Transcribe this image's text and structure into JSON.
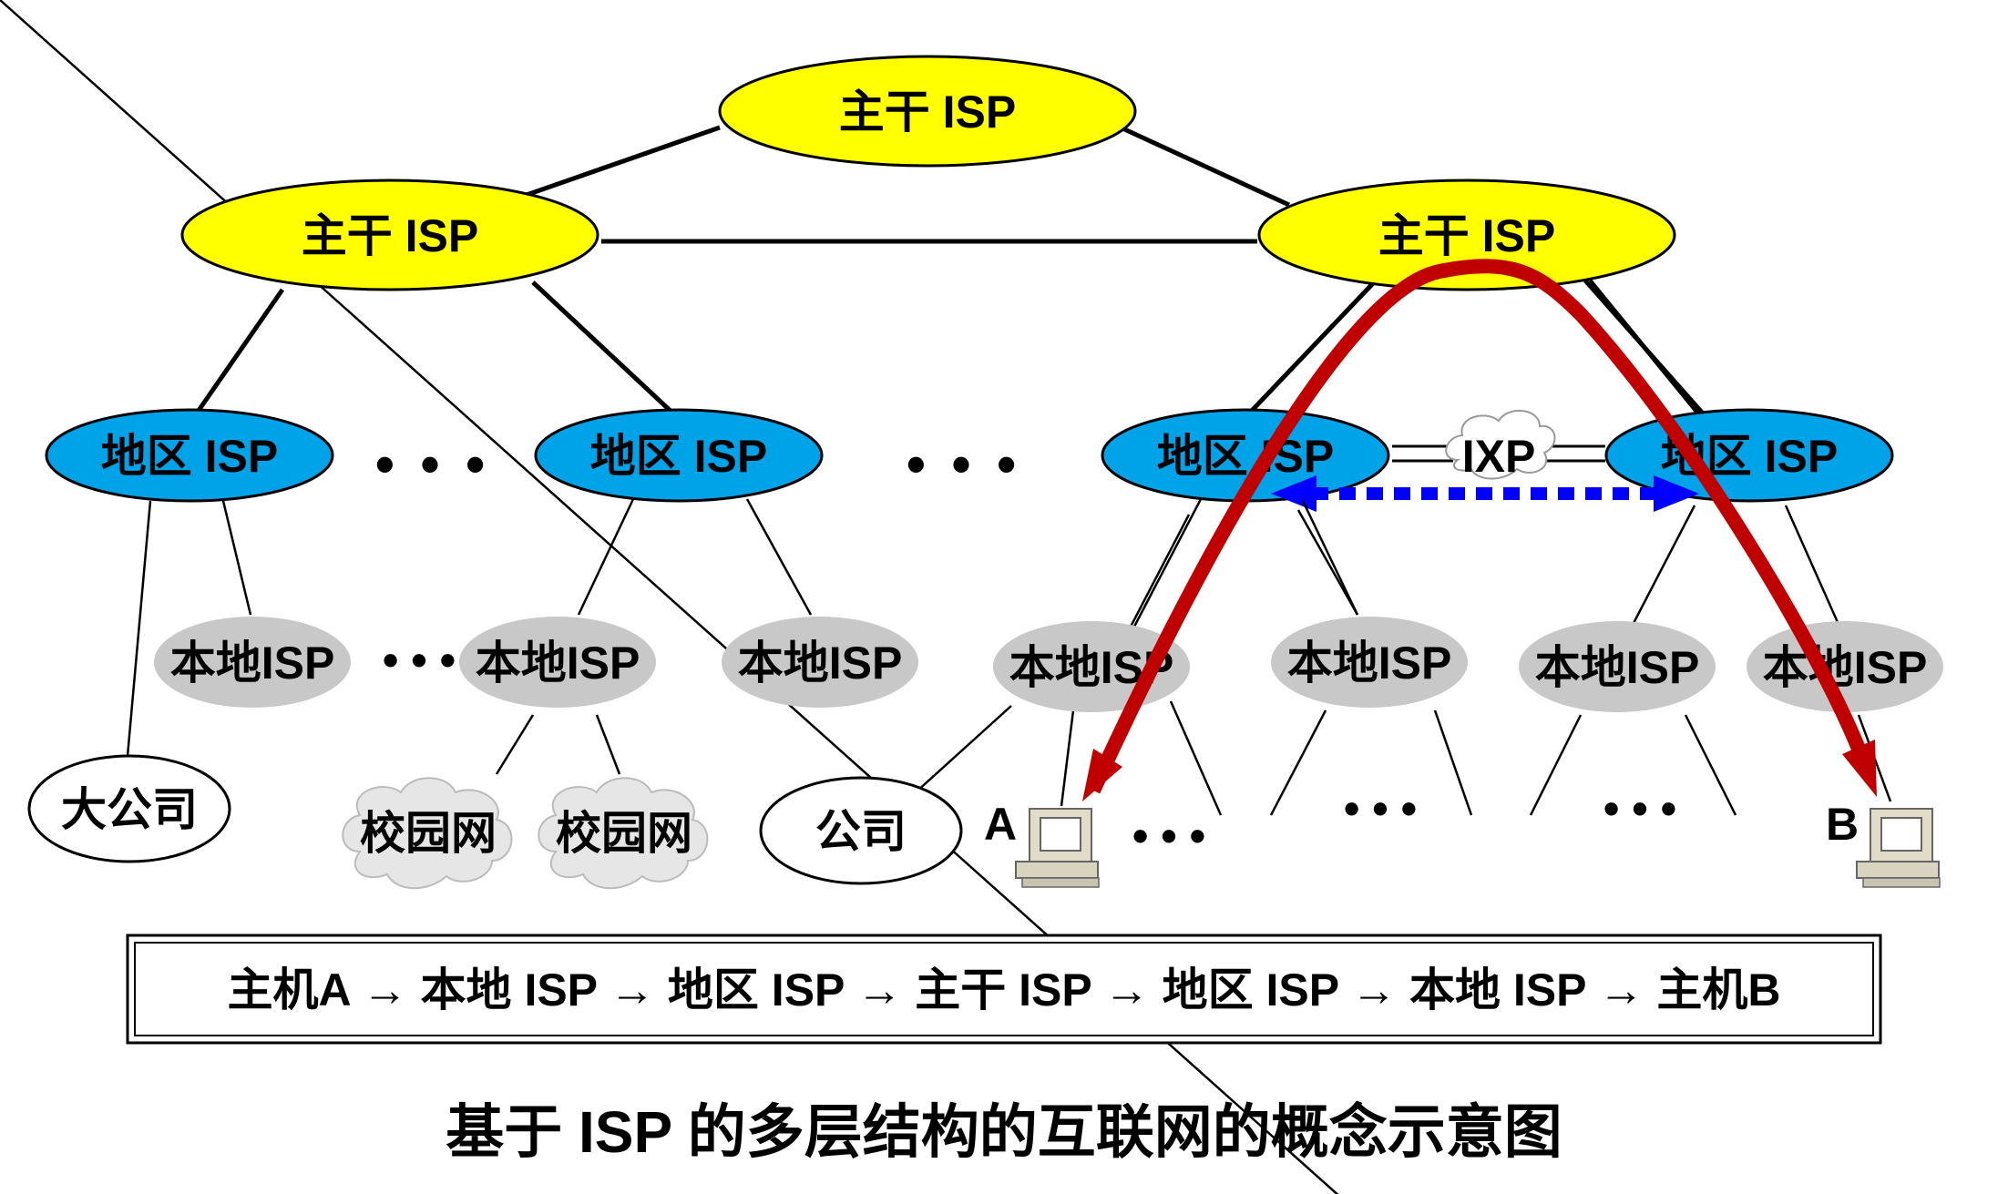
{
  "nodes": {
    "backbone_top": "主干 ISP",
    "backbone_left": "主干 ISP",
    "backbone_right": "主干 ISP",
    "regional_1": "地区 ISP",
    "regional_2": "地区 ISP",
    "regional_3": "地区 ISP",
    "regional_4": "地区 ISP",
    "ixp": "IXP",
    "local_1": "本地ISP",
    "local_2": "本地ISP",
    "local_3": "本地ISP",
    "local_4": "本地ISP",
    "local_5": "本地ISP",
    "local_6": "本地ISP",
    "local_7": "本地ISP",
    "big_company": "大公司",
    "campus_1": "校园网",
    "campus_2": "校园网",
    "company": "公司",
    "host_a": "A",
    "host_b": "B"
  },
  "ellipsis": "• • •",
  "ellipsis_small": "• • •",
  "path_text": "主机A → 本地 ISP → 地区 ISP → 主干 ISP → 地区 ISP → 本地 ISP → 主机B",
  "caption": "基于 ISP 的多层结构的互联网的概念示意图",
  "colors": {
    "backbone": "#ffff00",
    "regional": "#00a2e8",
    "local": "#c8c8c8",
    "route_arrow": "#c00000",
    "ixp_arrow": "#0000ff"
  }
}
